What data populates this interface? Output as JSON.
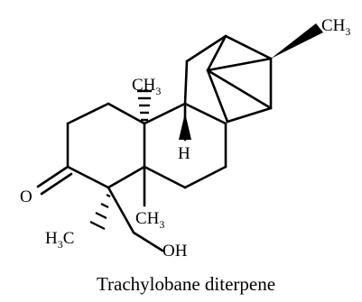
{
  "labels": {
    "methyl_top_right": {
      "main": "CH",
      "sub": "3"
    },
    "methyl_top": {
      "main": "CH",
      "sub": "3"
    },
    "hydrogen": "H",
    "oxygen": "O",
    "methyl_bottom": {
      "main": "CH",
      "sub": "3"
    },
    "methyl_left": {
      "main": "H",
      "sub": "3",
      "tail": "C"
    },
    "hydroxyl": "OH"
  },
  "caption": "Trachylobane diterpene"
}
